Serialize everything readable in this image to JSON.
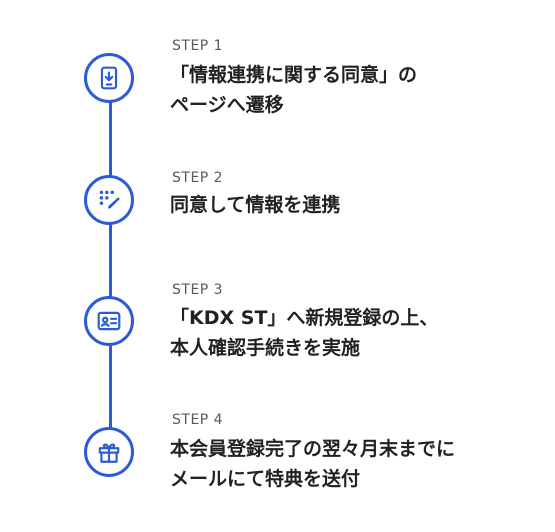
{
  "accent_color": "#2b5cd6",
  "steps": [
    {
      "label": "STEP 1",
      "icon": "phone-download-icon",
      "line1": "「情報連携に関する同意」の",
      "line2": "ページへ遷移"
    },
    {
      "label": "STEP 2",
      "icon": "keypad-edit-icon",
      "line1": "同意して情報を連携",
      "line2": ""
    },
    {
      "label": "STEP 3",
      "icon": "id-card-icon",
      "line1": "「KDX ST」へ新規登録の上、",
      "line2": "本人確認手続きを実施"
    },
    {
      "label": "STEP 4",
      "icon": "gift-icon",
      "line1": "本会員登録完了の翌々月末までに",
      "line2": "メールにて特典を送付"
    }
  ]
}
